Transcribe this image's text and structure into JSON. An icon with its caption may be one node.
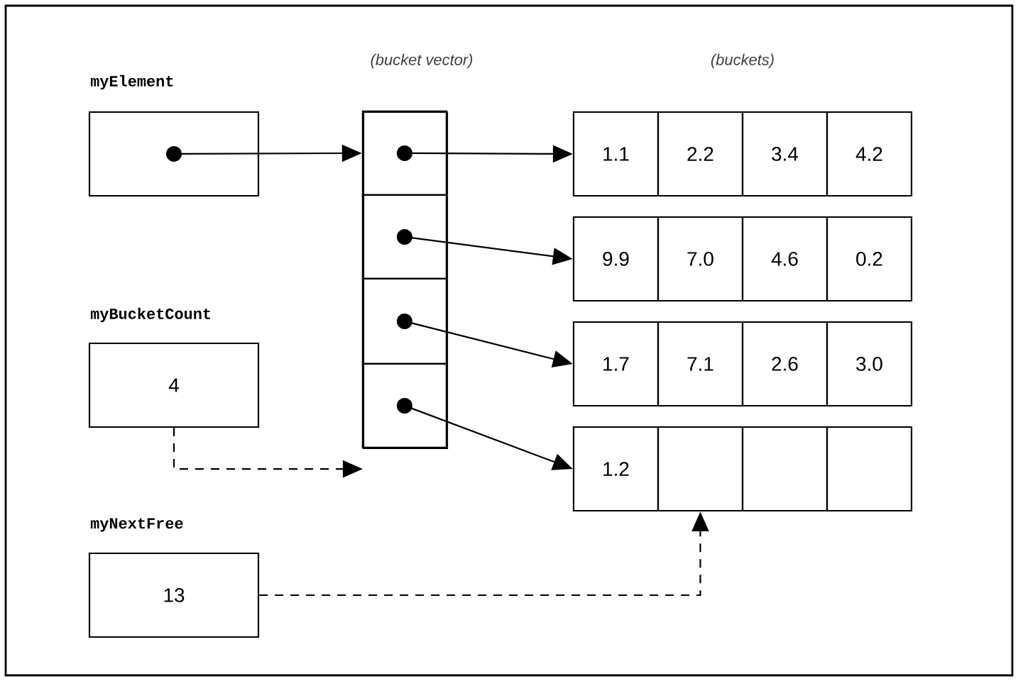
{
  "diagram": {
    "nodes": [
      {
        "text": [
          "myElement"
        ]
      },
      {
        "text": [
          "myBucketCount",
          "4"
        ]
      },
      {
        "text": [
          "myNextFree",
          "13"
        ]
      },
      {
        "text": [
          "(bucket vector)"
        ]
      },
      {
        "text": [],
        "shape": "box",
        "in": 3
      },
      {
        "text": [],
        "shape": "box",
        "in": 3
      },
      {
        "text": [],
        "shape": "box",
        "in": 3
      },
      {
        "text": [],
        "shape": "box",
        "in": 3
      },
      {
        "text": [
          "1.1"
        ]
      },
      {
        "text": [
          "2.2"
        ]
      },
      {
        "text": [
          "3.4"
        ]
      },
      {
        "text": [
          "4.2"
        ]
      },
      {
        "text": [
          "9.9"
        ]
      },
      {
        "text": [
          "7.0"
        ]
      },
      {
        "text": [
          "4.6"
        ]
      },
      {
        "text": [
          "0.2"
        ]
      },
      {
        "text": [
          "1.7"
        ]
      },
      {
        "text": [
          "7.1"
        ]
      },
      {
        "text": [
          "2.6"
        ]
      },
      {
        "text": [
          "3.0"
        ]
      },
      {
        "text": [
          "1.2"
        ]
      },
      {
        "text": [],
        "shape": "box"
      },
      {
        "text": [],
        "shape": "box"
      },
      {
        "text": [],
        "shape": "box"
      }
    ],
    "edges": [
      {
        "from": 0,
        "to": 4,
        "arrow": "to"
      },
      {
        "from": 4,
        "to": 8,
        "arrow": "to"
      },
      {
        "from": 5,
        "to": 12,
        "arrow": "to"
      },
      {
        "from": 6,
        "to": 16,
        "arrow": "to"
      },
      {
        "from": 7,
        "to": 20,
        "arrow": "to"
      },
      {
        "from": 1,
        "to": 3,
        "arrow": "to",
        "style": "dashed"
      },
      {
        "from": 2,
        "to": 21,
        "arrow": "to",
        "style": "dashed"
      }
    ],
    "labels": [
      "(buckets)"
    ]
  }
}
